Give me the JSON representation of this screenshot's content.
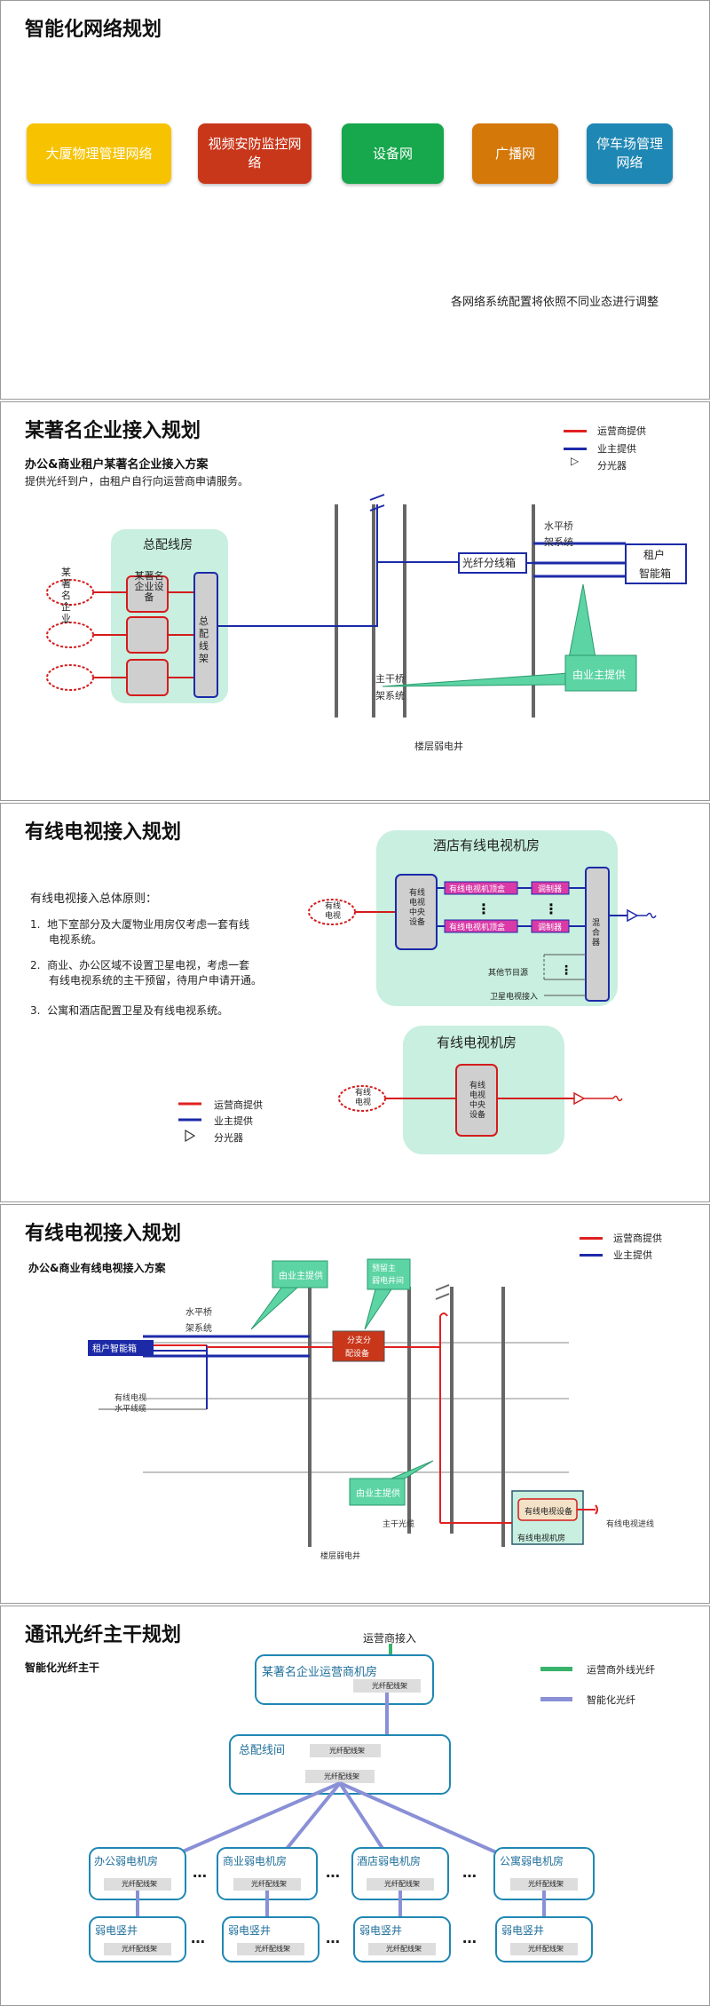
{
  "slide1": {
    "title": "智能化网络规划",
    "boxes": [
      {
        "label": "大厦物理管理网络",
        "color": "#f7c300"
      },
      {
        "label": "视频安防监控网络",
        "color": "#c9371b"
      },
      {
        "label": "设备网",
        "color": "#17a74c"
      },
      {
        "label": "广播网",
        "color": "#d4780a"
      },
      {
        "label": "停车场管理网络",
        "color": "#1f87b4"
      }
    ],
    "note": "各网络系统配置将依照不同业态进行调整"
  },
  "slide2": {
    "title": "某著名企业接入规划",
    "subtitle": "办公&商业租户某著名企业接入方案",
    "desc": "提供光纤到户，由租户自行向运营商申请服务。",
    "legend": [
      {
        "label": "运营商提供",
        "color": "#e02020"
      },
      {
        "label": "业主提供",
        "color": "#1c2aa8"
      },
      {
        "label": "分光器",
        "color": "#333333"
      }
    ],
    "room_label": "总配线房",
    "cloud_label": "某著名企业",
    "device_label": "某著名企业设备",
    "frame_label": "总配线架",
    "splitter_box": "光纤分线箱",
    "tenant_box_line1": "租户",
    "tenant_box_line2": "智能箱",
    "horizontal_tray_line1": "水平桥",
    "horizontal_tray_line2": "架系统",
    "main_tray_line1": "主干桥",
    "main_tray_line2": "架系统",
    "callout": "由业主提供",
    "shaft_label": "楼层弱电井"
  },
  "slide3": {
    "title": "有线电视接入规划",
    "principles_title": "有线电视接入总体原则：",
    "principles": [
      {
        "num": "1.",
        "line1": "地下室部分及大厦物业用房仅考虑一套有线",
        "line2": "电视系统。"
      },
      {
        "num": "2.",
        "line1": "商业、办公区域不设置卫星电视，考虑一套",
        "line2": "有线电视系统的主干预留，待用户申请开通。"
      },
      {
        "num": "3.",
        "line1": "公寓和酒店配置卫星及有线电视系统。",
        "line2": ""
      }
    ],
    "hotel_room": "酒店有线电视机房",
    "cable_room": "有线电视机房",
    "cloud": "有线电视",
    "center_device": "有线电视中央设备",
    "head_end": "有线电视机顶盒",
    "modulator": "调制器",
    "mixer": "混合器",
    "other_programs": "其他节目源",
    "satellite": "卫星电视接入",
    "legend": [
      {
        "label": "运营商提供",
        "color": "#e02020"
      },
      {
        "label": "业主提供",
        "color": "#1c2aa8"
      },
      {
        "label": "分光器",
        "color": "#333333"
      }
    ]
  },
  "slide4": {
    "title": "有线电视接入规划",
    "subtitle": "办公&商业有线电视接入方案",
    "legend": [
      {
        "label": "运营商提供",
        "color": "#e02020"
      },
      {
        "label": "业主提供",
        "color": "#1c2aa8"
      }
    ],
    "callout1": "由业主提供",
    "callout2_line1": "预留主",
    "callout2_line2": "弱电井间",
    "callout3": "由业主提供",
    "horizontal_tray_line1": "水平桥",
    "horizontal_tray_line2": "架系统",
    "tenant_box": "租户智能箱",
    "splitter_line1": "分支分",
    "splitter_line2": "配设备",
    "horizontal_cable_line1": "有线电视",
    "horizontal_cable_line2": "水平线缆",
    "main_fiber": "主干光缆",
    "shaft": "楼层弱电井",
    "equipment": "有线电视设备",
    "equipment_room": "有线电视机房",
    "incoming": "有线电视进线"
  },
  "slide5": {
    "title": "通讯光纤主干规划",
    "subtitle": "智能化光纤主干",
    "operator_in": "运营商接入",
    "top_room": "某著名企业运营商机房",
    "odf": "光纤配线架",
    "main_room": "总配线间",
    "rooms": [
      "办公弱电机房",
      "商业弱电机房",
      "酒店弱电机房",
      "公寓弱电机房"
    ],
    "shafts": [
      "弱电竖井",
      "弱电竖井",
      "弱电竖井",
      "弱电竖井"
    ],
    "ellipsis": "…",
    "legend": [
      {
        "label": "运营商外线光纤",
        "color": "#37b36b"
      },
      {
        "label": "智能化光纤",
        "color": "#8a90d6"
      }
    ]
  }
}
